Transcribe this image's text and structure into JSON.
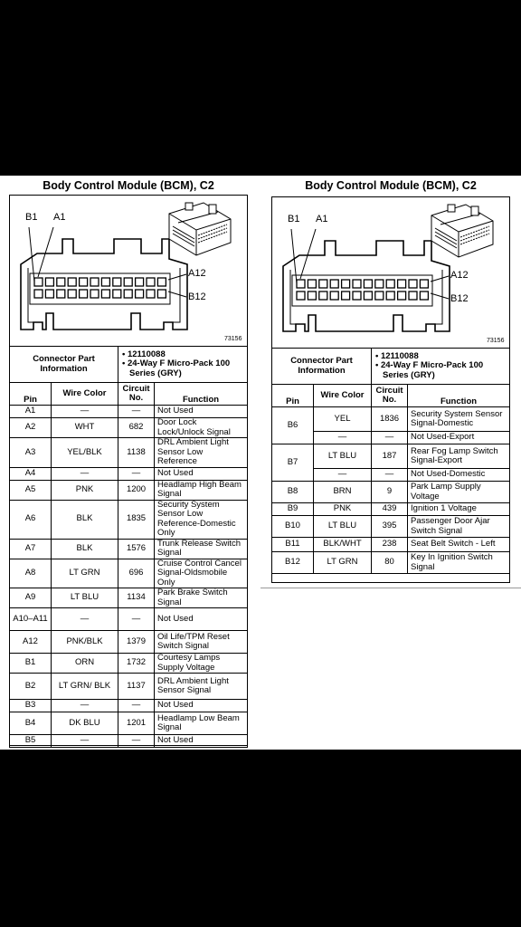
{
  "left": {
    "title": "Body Control Module (BCM), C2",
    "figure_number": "73156",
    "labels": {
      "b1": "B1",
      "a1": "A1",
      "a12": "A12",
      "b12": "B12"
    },
    "connector_info": {
      "label": "Connector Part Information",
      "part_number": "12110088",
      "description": "24-Way F Micro-Pack 100 Series (GRY)"
    },
    "headers": {
      "pin": "Pin",
      "wire_color": "Wire Color",
      "circuit_no": "Circuit No.",
      "function": "Function"
    },
    "rows": [
      {
        "pin": "A1",
        "color": "—",
        "circuit": "—",
        "function": "Not Used"
      },
      {
        "pin": "A2",
        "color": "WHT",
        "circuit": "682",
        "function": "Door Lock Lock/Unlock Signal"
      },
      {
        "pin": "A3",
        "color": "YEL/BLK",
        "circuit": "1138",
        "function": "DRL Ambient Light Sensor Low Reference"
      },
      {
        "pin": "A4",
        "color": "—",
        "circuit": "—",
        "function": "Not Used"
      },
      {
        "pin": "A5",
        "color": "PNK",
        "circuit": "1200",
        "function": "Headlamp High Beam Signal"
      },
      {
        "pin": "A6",
        "color": "BLK",
        "circuit": "1835",
        "function": "Security System Sensor Low Reference-Domestic Only"
      },
      {
        "pin": "A7",
        "color": "BLK",
        "circuit": "1576",
        "function": "Trunk Release Switch Signal"
      },
      {
        "pin": "A8",
        "color": "LT GRN",
        "circuit": "696",
        "function": "Cruise Control Cancel Signal-Oldsmobile Only"
      },
      {
        "pin": "A9",
        "color": "LT BLU",
        "circuit": "1134",
        "function": "Park Brake Switch Signal"
      },
      {
        "pin": "A10–A11",
        "color": "—",
        "circuit": "—",
        "function": "Not Used"
      },
      {
        "pin": "A12",
        "color": "PNK/BLK",
        "circuit": "1379",
        "function": "Oil Life/TPM Reset Switch Signal"
      },
      {
        "pin": "B1",
        "color": "ORN",
        "circuit": "1732",
        "function": "Courtesy Lamps Supply Voltage"
      },
      {
        "pin": "B2",
        "color": "LT GRN/ BLK",
        "circuit": "1137",
        "function": "DRL Ambient Light Sensor Signal"
      },
      {
        "pin": "B3",
        "color": "—",
        "circuit": "—",
        "function": "Not Used"
      },
      {
        "pin": "B4",
        "color": "DK BLU",
        "circuit": "1201",
        "function": "Headlamp Low Beam Signal"
      },
      {
        "pin": "B5",
        "color": "—",
        "circuit": "—",
        "function": "Not Used"
      }
    ]
  },
  "right": {
    "title": "Body Control Module (BCM), C2",
    "figure_number": "73156",
    "labels": {
      "b1": "B1",
      "a1": "A1",
      "a12": "A12",
      "b12": "B12"
    },
    "connector_info": {
      "label": "Connector Part Information",
      "part_number": "12110088",
      "description": "24-Way F Micro-Pack 100 Series (GRY)"
    },
    "headers": {
      "pin": "Pin",
      "wire_color": "Wire Color",
      "circuit_no": "Circuit No.",
      "function": "Function"
    },
    "rows": [
      {
        "pin": "B6",
        "color": "YEL",
        "circuit": "1836",
        "function": "Security System Sensor Signal-Domestic"
      },
      {
        "pin": "",
        "color": "—",
        "circuit": "—",
        "function": "Not Used-Export"
      },
      {
        "pin": "B7",
        "color": "LT BLU",
        "circuit": "187",
        "function": "Rear Fog Lamp Switch Signal-Export"
      },
      {
        "pin": "",
        "color": "—",
        "circuit": "—",
        "function": "Not Used-Domestic"
      },
      {
        "pin": "B8",
        "color": "BRN",
        "circuit": "9",
        "function": "Park Lamp Supply Voltage"
      },
      {
        "pin": "B9",
        "color": "PNK",
        "circuit": "439",
        "function": "Ignition 1 Voltage"
      },
      {
        "pin": "B10",
        "color": "LT BLU",
        "circuit": "395",
        "function": "Passenger Door Ajar Switch Signal"
      },
      {
        "pin": "B11",
        "color": "BLK/WHT",
        "circuit": "238",
        "function": "Seat Belt Switch - Left"
      },
      {
        "pin": "B12",
        "color": "LT GRN",
        "circuit": "80",
        "function": "Key In Ignition Switch Signal"
      }
    ]
  }
}
